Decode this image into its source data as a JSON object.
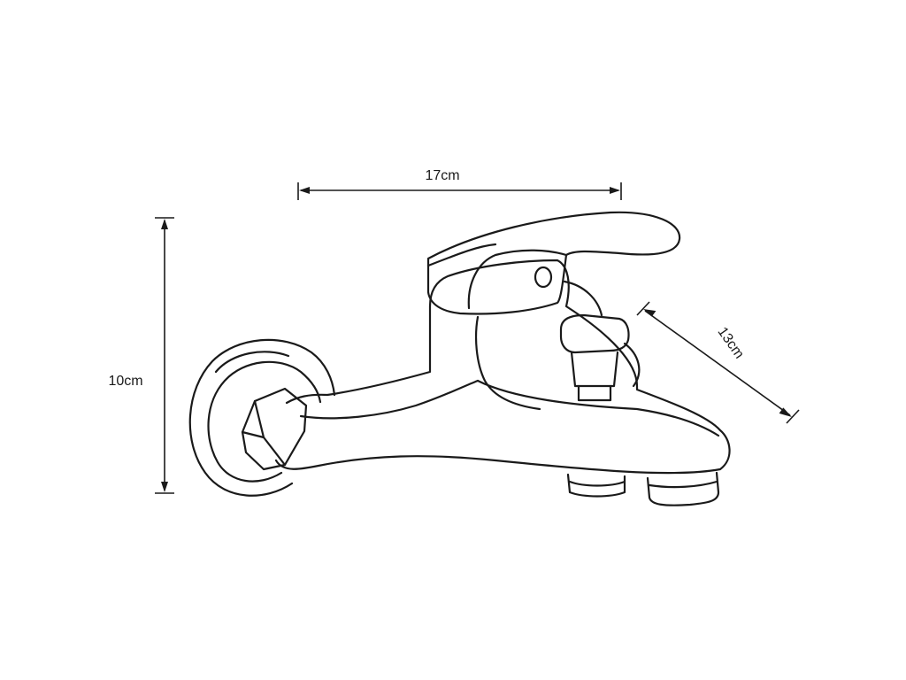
{
  "dimensions": {
    "width_label": "17cm",
    "height_label": "10cm",
    "depth_label": "13cm"
  },
  "colors": {
    "line": "#1a1a1a",
    "background": "#ffffff"
  }
}
